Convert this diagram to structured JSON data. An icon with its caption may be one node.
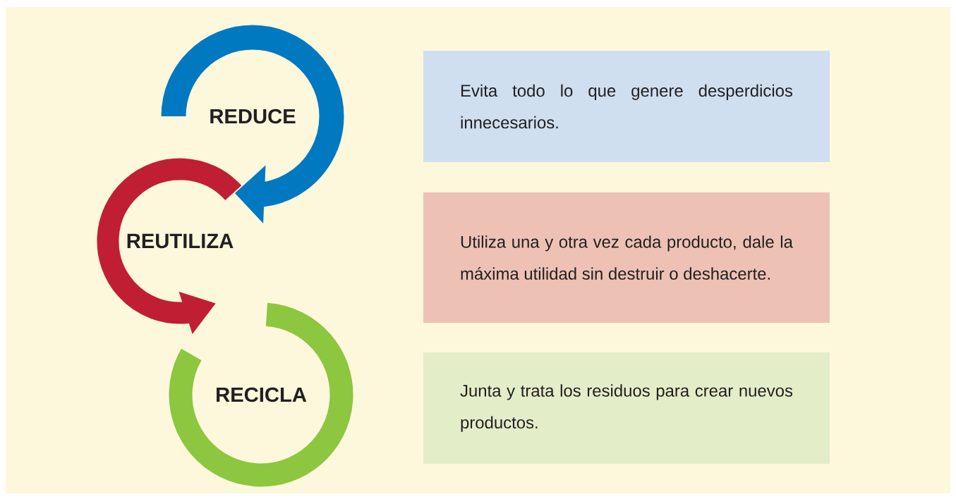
{
  "diagram": {
    "nodes": [
      {
        "text": [
          "REDUCE"
        ]
      },
      {
        "text": [
          "REUTILIZA"
        ]
      },
      {
        "text": [
          "RECICLA"
        ]
      },
      {
        "text": [
          "Evita todo lo que genere desperdicios innecesarios."
        ]
      },
      {
        "text": [
          "Utiliza una y otra vez cada producto, dale la máxima utilidad sin destruir o deshacerte."
        ]
      },
      {
        "text": [
          "Junta y trata los residuos para crear nuevos productos."
        ]
      }
    ]
  }
}
